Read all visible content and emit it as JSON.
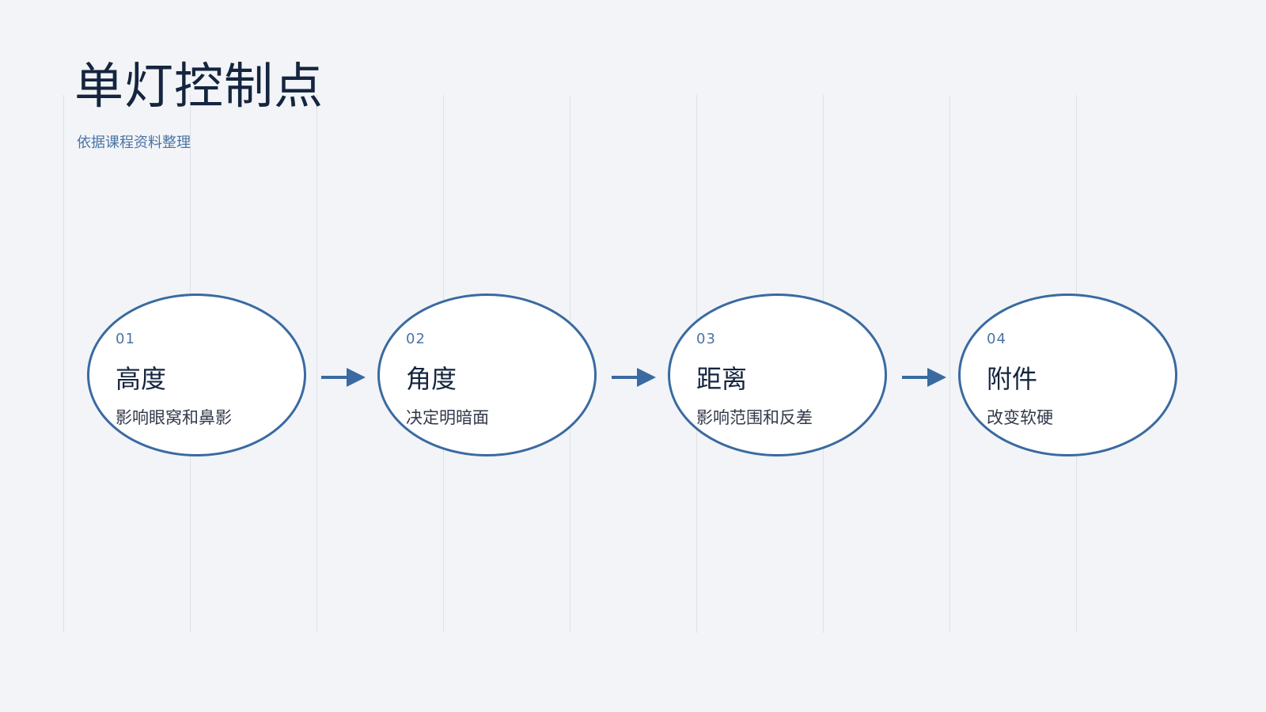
{
  "slide": {
    "title": "单灯控制点",
    "subtitle": "依据课程资料整理"
  },
  "steps": [
    {
      "num": "01",
      "title": "高度",
      "desc": "影响眼窝和鼻影"
    },
    {
      "num": "02",
      "title": "角度",
      "desc": "决定明暗面"
    },
    {
      "num": "03",
      "title": "距离",
      "desc": "影响范围和反差"
    },
    {
      "num": "04",
      "title": "附件",
      "desc": "改变软硬"
    }
  ],
  "colors": {
    "accent": "#3a6aa0",
    "title": "#15253f",
    "subtitle": "#4a74a6",
    "background": "#f2f4f7"
  }
}
